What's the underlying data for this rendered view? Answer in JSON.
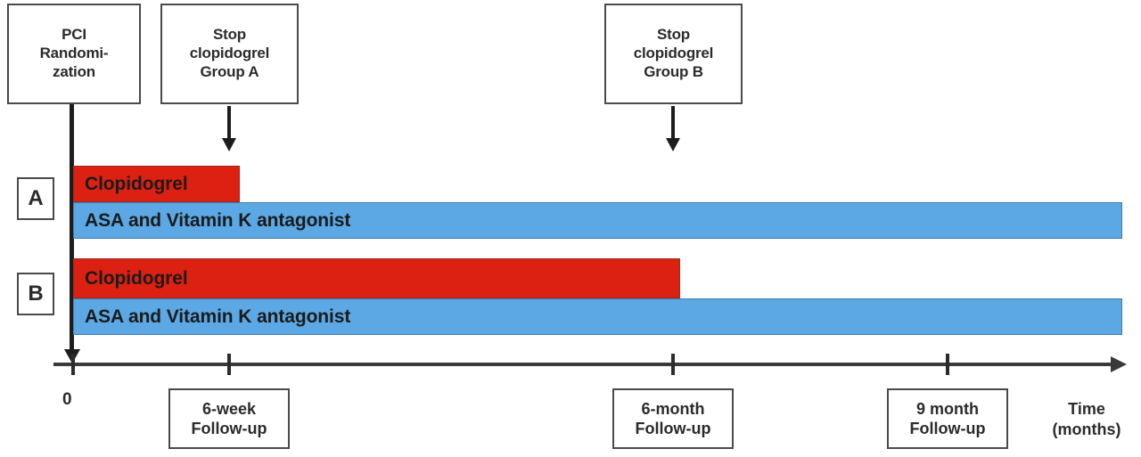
{
  "figure": {
    "type": "study-timeline-diagram",
    "title": "PCI randomization clopidogrel duration trial timeline"
  },
  "colors": {
    "clopidogrel_bar": "#DC2012",
    "asa_bar": "#5BA8E5",
    "box_border": "#4a4a4a",
    "axis": "#3a3a3a",
    "text": "#2b2b2b"
  },
  "callouts": [
    {
      "id": "pci-randomization",
      "line1": "PCI",
      "line2": "Randomi-",
      "line3": "zation"
    },
    {
      "id": "stop-clopidogrel-group-a",
      "line1": "Stop",
      "line2": "clopidogrel",
      "line3": "Group A"
    },
    {
      "id": "stop-clopidogrel-group-b",
      "line1": "Stop",
      "line2": "clopidogrel",
      "line3": "Group B"
    }
  ],
  "groups": [
    {
      "tag": "A",
      "bars": [
        {
          "drug": "Clopidogrel",
          "color": "#DC2012",
          "start_month": 0,
          "end_month": 1.5
        },
        {
          "drug": "ASA and Vitamin K antagonist",
          "color": "#5BA8E5",
          "start_month": 0,
          "end_month": 10.2
        }
      ]
    },
    {
      "tag": "B",
      "bars": [
        {
          "drug": "Clopidogrel",
          "color": "#DC2012",
          "start_month": 0,
          "end_month": 6
        },
        {
          "drug": "ASA and Vitamin K antagonist",
          "color": "#5BA8E5",
          "start_month": 0,
          "end_month": 10.2
        }
      ]
    }
  ],
  "axis": {
    "origin_label": "0",
    "caption_line1": "Time",
    "caption_line2": "(months)",
    "ticks": [
      {
        "label": "0",
        "month": 0,
        "x": 82
      },
      {
        "label": "6-week",
        "month": 1.5,
        "x": 257
      },
      {
        "label": "6-month",
        "month": 6,
        "x": 755
      },
      {
        "label": "9 month",
        "month": 9,
        "x": 1063
      }
    ]
  },
  "followups": [
    {
      "id": "6-week",
      "line1": "6-week",
      "line2": "Follow-up",
      "month": 1.5
    },
    {
      "id": "6-month",
      "line1": "6-month",
      "line2": "Follow-up",
      "month": 6
    },
    {
      "id": "9-month",
      "line1": "9 month",
      "line2": "Follow-up",
      "month": 9
    }
  ],
  "chart_data": {
    "type": "bar",
    "title": "PCI randomization clopidogrel duration trial timeline",
    "xlabel": "Time (months)",
    "ylabel": "",
    "xlim": [
      0,
      10.2
    ],
    "grid": false,
    "legend": false,
    "categories": [
      "A: Clopidogrel",
      "A: ASA and Vitamin K antagonist",
      "B: Clopidogrel",
      "B: ASA and Vitamin K antagonist"
    ],
    "values": [
      1.5,
      10.2,
      6,
      10.2
    ],
    "tick_labels": [
      "0",
      "6-week",
      "6-month",
      "9 month"
    ],
    "tick_values": [
      0,
      1.5,
      6,
      9
    ],
    "annotations": [
      "PCI Randomization at 0",
      "Stop clopidogrel Group A at 6 weeks",
      "Stop clopidogrel Group B at 6 months"
    ]
  }
}
